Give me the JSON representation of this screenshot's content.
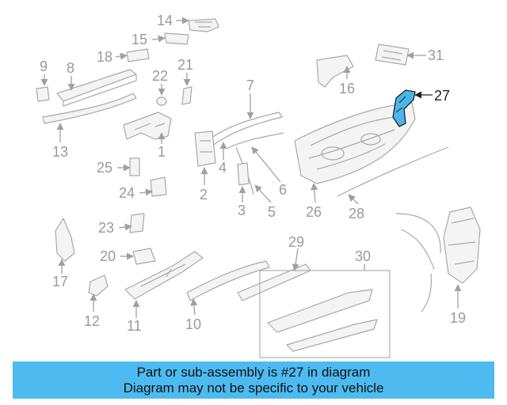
{
  "highlight_color": "#4ab6ea",
  "banner_color": "#4dbbf0",
  "diagram": {
    "highlighted_part": "27",
    "callouts": [
      "1",
      "2",
      "3",
      "4",
      "5",
      "6",
      "7",
      "8",
      "9",
      "10",
      "11",
      "12",
      "13",
      "14",
      "15",
      "16",
      "17",
      "18",
      "19",
      "20",
      "21",
      "22",
      "23",
      "24",
      "25",
      "26",
      "27",
      "28",
      "29",
      "30",
      "31"
    ]
  },
  "banner": {
    "line1": "Part or sub-assembly is #27 in diagram",
    "line2": "Diagram may not be specific to your vehicle"
  }
}
